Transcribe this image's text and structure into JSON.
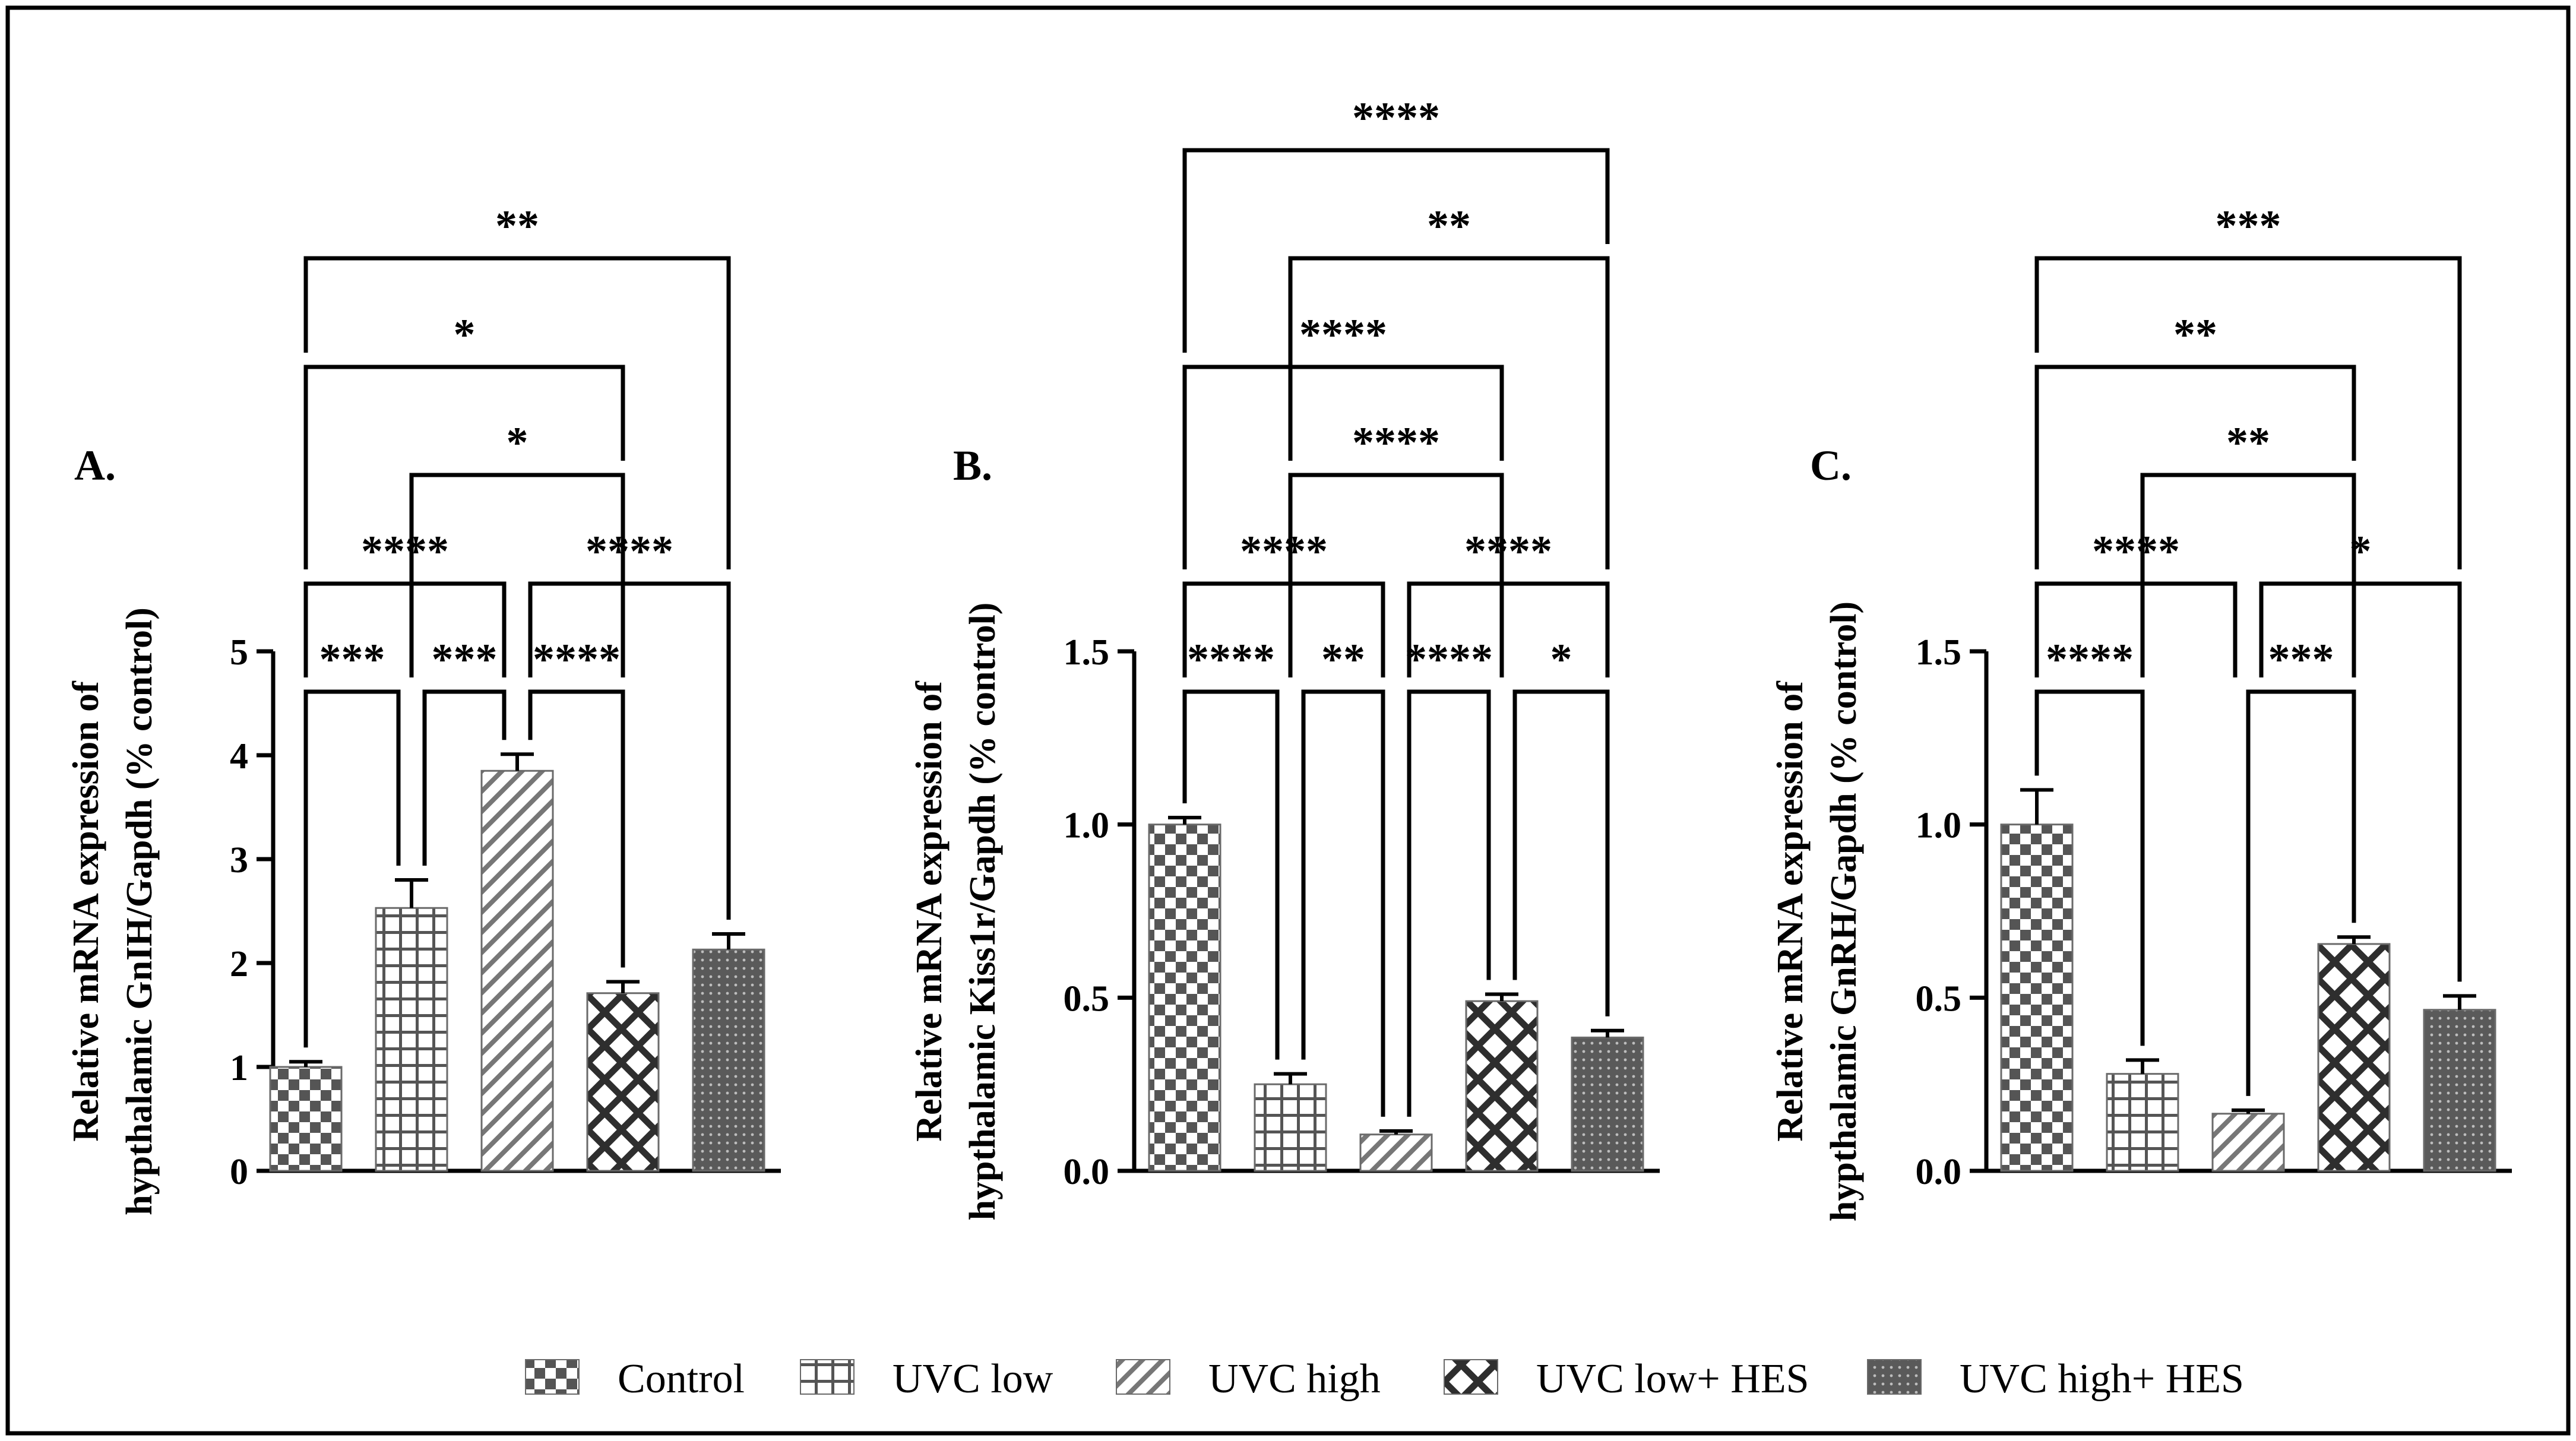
{
  "legend": [
    "Control",
    "UVC low",
    "UVC high",
    "UVC low+ HES",
    "UVC high+ HES"
  ],
  "colors": {
    "frame": "#000000",
    "bar_fill": "#ffffff",
    "pattern_ink": "#555555",
    "dark_pattern_ink": "#3c3c3c"
  },
  "patterns": [
    "checker",
    "grid",
    "diagonal-stripes",
    "lattice",
    "dots"
  ],
  "chart_data": [
    {
      "type": "bar",
      "panel_label": "A.",
      "title": "",
      "ylabel": [
        "Relative mRNA expression of",
        "hypthalamic GnIH/Gapdh (% control)"
      ],
      "categories": [
        "Control",
        "UVC low",
        "UVC high",
        "UVC low+ HES",
        "UVC high+ HES"
      ],
      "values": [
        1.0,
        2.53,
        3.85,
        1.71,
        2.13
      ],
      "errors": [
        0.05,
        0.27,
        0.16,
        0.11,
        0.15
      ],
      "ylim": [
        0,
        5
      ],
      "yticks": [
        0,
        1,
        2,
        3,
        4,
        5
      ],
      "ytick_labels": [
        "0",
        "1",
        "2",
        "3",
        "4",
        "5"
      ],
      "grid": false,
      "significance": [
        {
          "groups": [
            0,
            1
          ],
          "stars": "***"
        },
        {
          "groups": [
            2,
            3
          ],
          "stars": "****"
        },
        {
          "groups": [
            1,
            2
          ],
          "stars": "***"
        },
        {
          "groups": [
            2,
            4
          ],
          "stars": "****"
        },
        {
          "groups": [
            0,
            2
          ],
          "stars": "****"
        },
        {
          "groups": [
            1,
            3
          ],
          "stars": "*"
        },
        {
          "groups": [
            0,
            3
          ],
          "stars": "*"
        },
        {
          "groups": [
            0,
            4
          ],
          "stars": "**"
        }
      ]
    },
    {
      "type": "bar",
      "panel_label": "B.",
      "title": "",
      "ylabel": [
        "Relative mRNA expression of",
        "hypthalamic Kiss1r/Gapdh (% control)"
      ],
      "categories": [
        "Control",
        "UVC low",
        "UVC high",
        "UVC low+ HES",
        "UVC high+ HES"
      ],
      "values": [
        1.0,
        0.25,
        0.105,
        0.49,
        0.385
      ],
      "errors": [
        0.02,
        0.03,
        0.01,
        0.02,
        0.02
      ],
      "ylim": [
        0,
        1.5
      ],
      "yticks": [
        0,
        0.5,
        1.0,
        1.5
      ],
      "ytick_labels": [
        "0.0",
        "0.5",
        "1.0",
        "1.5"
      ],
      "grid": false,
      "significance": [
        {
          "groups": [
            0,
            1
          ],
          "stars": "****"
        },
        {
          "groups": [
            2,
            3
          ],
          "stars": "****"
        },
        {
          "groups": [
            1,
            2
          ],
          "stars": "**"
        },
        {
          "groups": [
            3,
            4
          ],
          "stars": "*"
        },
        {
          "groups": [
            0,
            2
          ],
          "stars": "****"
        },
        {
          "groups": [
            2,
            4
          ],
          "stars": "****"
        },
        {
          "groups": [
            1,
            3
          ],
          "stars": "****"
        },
        {
          "groups": [
            0,
            3
          ],
          "stars": "****"
        },
        {
          "groups": [
            1,
            4
          ],
          "stars": "**"
        },
        {
          "groups": [
            0,
            4
          ],
          "stars": "****"
        }
      ]
    },
    {
      "type": "bar",
      "panel_label": "C.",
      "title": "",
      "ylabel": [
        "Relative mRNA expression of",
        "hypthalamic GnRH/Gapdh (% control)"
      ],
      "categories": [
        "Control",
        "UVC low",
        "UVC high",
        "UVC low+ HES",
        "UVC high+ HES"
      ],
      "values": [
        1.0,
        0.28,
        0.165,
        0.655,
        0.465
      ],
      "errors": [
        0.1,
        0.04,
        0.01,
        0.02,
        0.04
      ],
      "ylim": [
        0,
        1.5
      ],
      "yticks": [
        0,
        0.5,
        1.0,
        1.5
      ],
      "ytick_labels": [
        "0.0",
        "0.5",
        "1.0",
        "1.5"
      ],
      "grid": false,
      "significance": [
        {
          "groups": [
            0,
            1
          ],
          "stars": "****"
        },
        {
          "groups": [
            2,
            3
          ],
          "stars": "***"
        },
        {
          "groups": [
            0,
            2
          ],
          "stars": "****"
        },
        {
          "groups": [
            2,
            4
          ],
          "stars": "*"
        },
        {
          "groups": [
            1,
            3
          ],
          "stars": "**"
        },
        {
          "groups": [
            0,
            3
          ],
          "stars": "**"
        },
        {
          "groups": [
            0,
            4
          ],
          "stars": "***"
        }
      ]
    }
  ]
}
